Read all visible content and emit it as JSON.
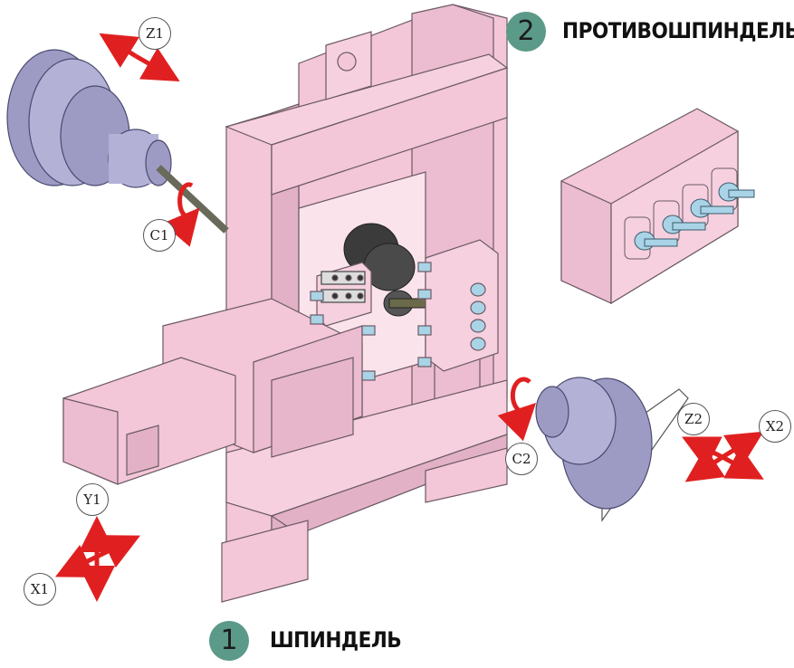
{
  "labels": {
    "spindle": {
      "number": "1",
      "name": "ШПИНДЕЛЬ"
    },
    "counter_spindle": {
      "number": "2",
      "name": "ПРОТИВОШПИНДЕЛЬ"
    }
  },
  "axes": {
    "z1": "Z1",
    "c1": "C1",
    "y1": "Y1",
    "x1": "X1",
    "z2": "Z2",
    "x2": "X2",
    "c2": "C2"
  },
  "colors": {
    "frame_pink": "#f3c6d8",
    "frame_edge": "#6b5a63",
    "spindle_purple": "#9d9bc4",
    "tool_blue": "#a9d3e6",
    "arrow_red": "#e02020",
    "badge_green": "#5b9a88"
  }
}
